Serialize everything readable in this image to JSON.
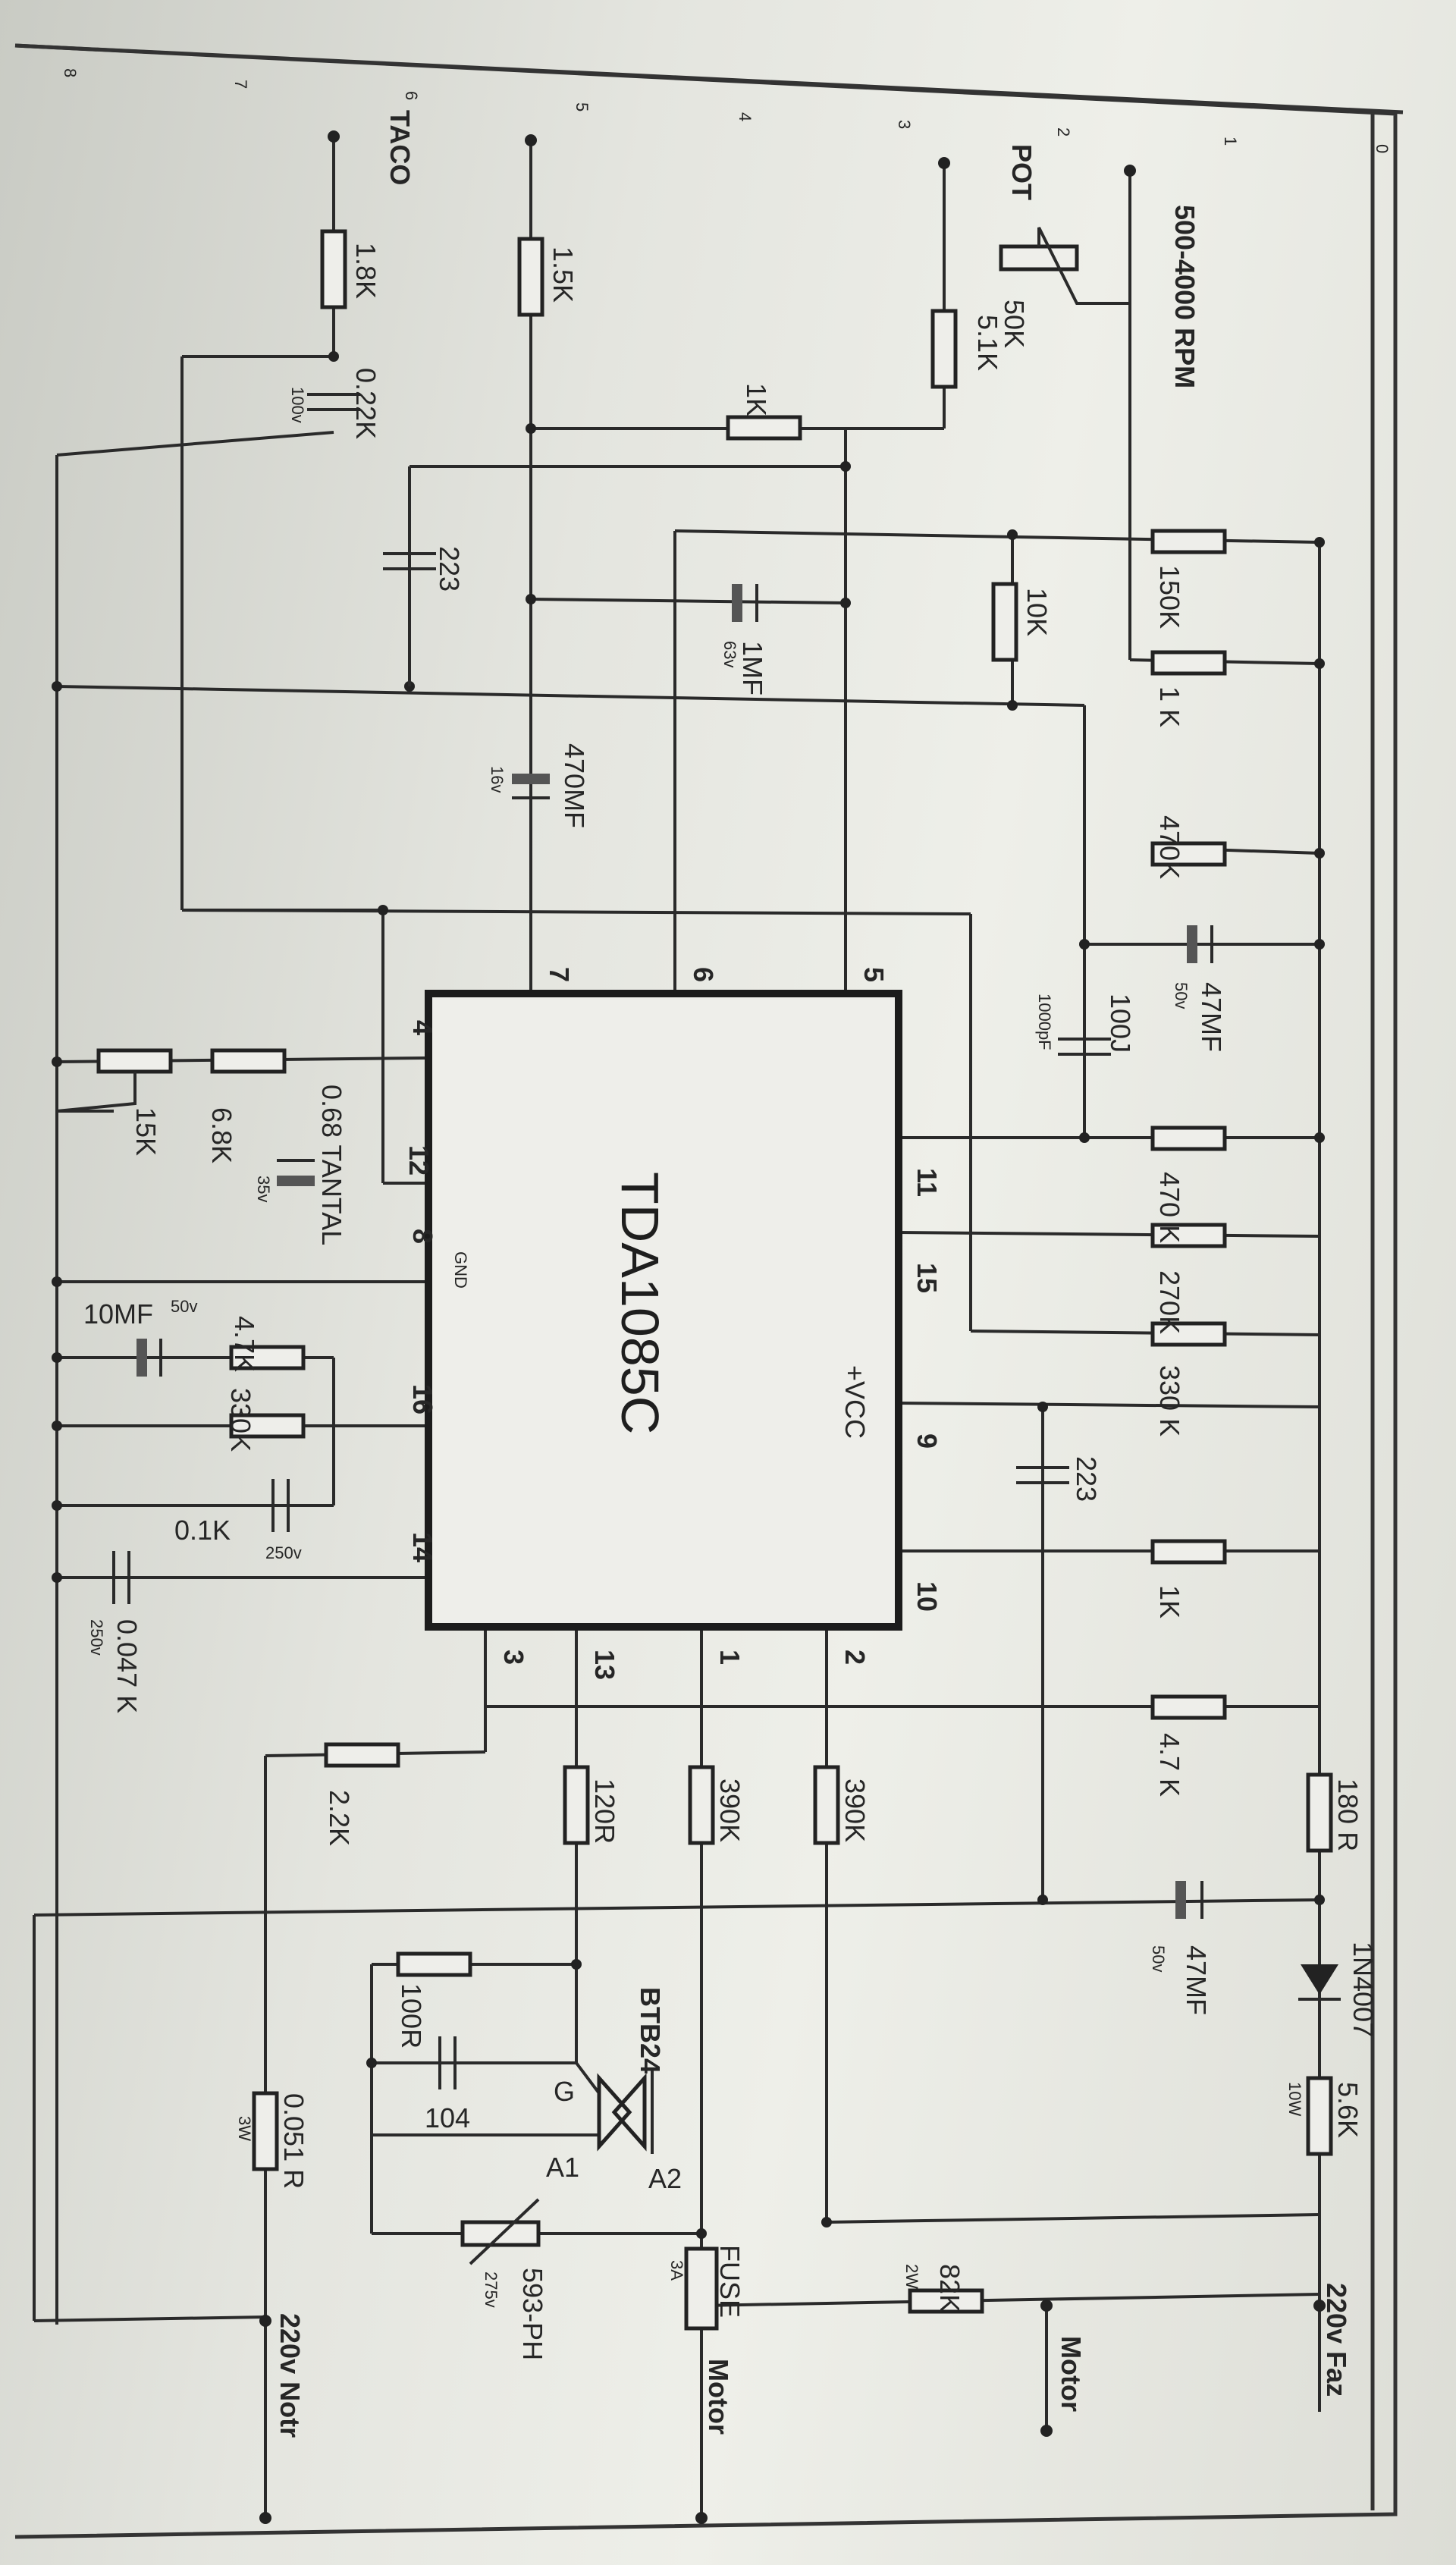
{
  "ic": {
    "name": "TDA1085C",
    "gnd_label": "GND",
    "vcc_label": "+VCC"
  },
  "pins": [
    "4",
    "7",
    "6",
    "5",
    "12",
    "8",
    "16",
    "14",
    "11",
    "15",
    "9",
    "10",
    "3",
    "13",
    "1",
    "2"
  ],
  "headings": {
    "taco": "TACO",
    "pot": "POT",
    "rpm": "500-4000 RPM",
    "faz": "220v Faz",
    "notr": "220v Notr",
    "motor": "Motor"
  },
  "resistors": {
    "r_1_8k": "1.8K",
    "r_1_5k": "1.5K",
    "r_1k_a": "1K",
    "r_50k": "50K",
    "r_5_1k": "5.1K",
    "r_150k": "150K",
    "r_10k": "10K",
    "r_1k_b": "1 K",
    "r_470k_a": "470K",
    "r_6_8k": "6.8K",
    "r_15k": "15K",
    "r_470k_b": "470 K",
    "r_270k": "270K",
    "r_330k_a": "330 K",
    "r_4_7k_a": "4.7K",
    "r_330k_b": "330K",
    "r_1k_c": "1K",
    "r_4_7k_b": "4.7 K",
    "r_180r": "180 R",
    "r_2_2k": "2.2K",
    "r_120r": "120R",
    "r_390k_a": "390K",
    "r_390k_b": "390K",
    "r_100r": "100R",
    "r_5_6k": "5.6K",
    "r_0_051": "0.051 R",
    "r_82k": "82K"
  },
  "capacitors": {
    "c_022": "0.22K",
    "c_022_v": "100v",
    "c_223_a": "223",
    "c_1mf": "1MF",
    "c_1mf_v": "63v",
    "c_470mf": "470MF",
    "c_470mf_v": "16v",
    "c_47mf_a": "47MF",
    "c_47mf_a_v": "50v",
    "c_100j": "100J",
    "c_100j_note": "1000pF",
    "c_068": "0.68 TANTAL",
    "c_068_v": "35v",
    "c_10mf": "10MF",
    "c_10mf_v": "50v",
    "c_01k": "0.1K",
    "c_01k_v": "250v",
    "c_0047": "0.047 K",
    "c_0047_v": "250v",
    "c_223_b": "223",
    "c_47mf_b": "47MF",
    "c_47mf_b_v": "50v",
    "c_104": "104"
  },
  "semis": {
    "diode": "1N4007",
    "triac": "BTB24",
    "g": "G",
    "a1": "A1",
    "a2": "A2",
    "varistor": "593-PH",
    "varistor_v": "275v",
    "fuse": "FUSE",
    "fuse_a": "3A",
    "r_5_6k_w": "10W",
    "r_051_w": "3W",
    "r_82k_w": "2W"
  },
  "frame_numbers": [
    "0",
    "1",
    "2",
    "3",
    "4",
    "5",
    "6",
    "7",
    "8"
  ]
}
